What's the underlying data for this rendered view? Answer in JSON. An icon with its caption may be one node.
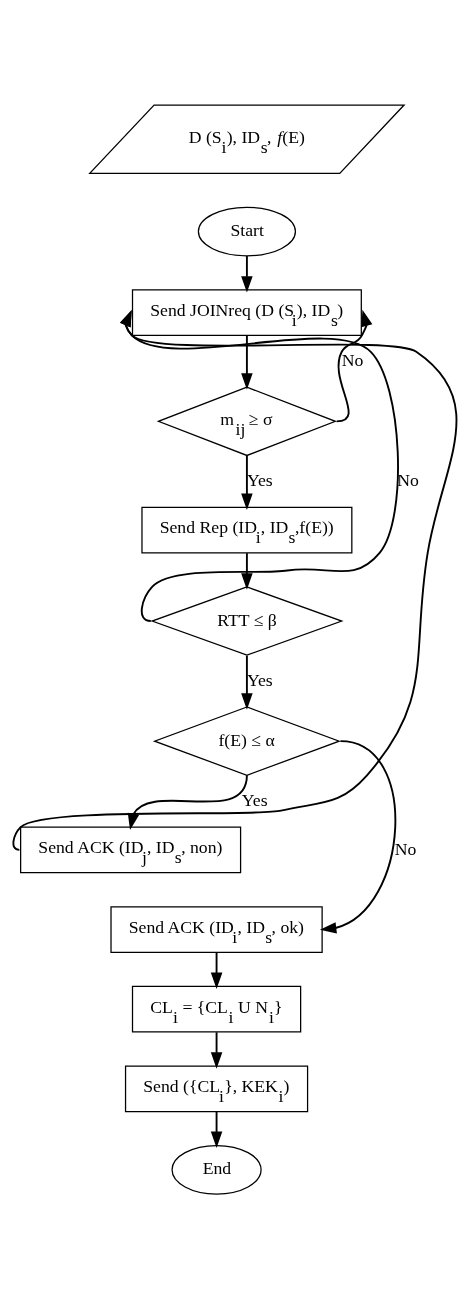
{
  "diagram": {
    "nodes": [
      {
        "text": [
          "D (S$_{i}$), ID$_{s}$, *f*(E)"
        ]
      },
      {
        "text": [
          "Start"
        ]
      },
      {
        "text": [
          "Send JOINreq (D (S$_{i}$), ID$_{s}$)"
        ]
      },
      {
        "text": [
          "m$_{ij}$ ≥ σ"
        ]
      },
      {
        "text": [
          "Send Rep (ID$_{i}$, ID$_{s}$,f(E))"
        ]
      },
      {
        "text": [
          "RTT ≤ β"
        ]
      },
      {
        "text": [
          "f(E) ≤ α"
        ]
      },
      {
        "text": [
          "Send ACK (ID$_{j}$, ID$_{s}$, non)"
        ]
      },
      {
        "text": [
          "Send ACK (ID$_{i}$, ID$_{s}$, ok)"
        ]
      },
      {
        "text": [
          "CL$_{i}$ = {CL$_{i}$ U N$_{i}$}"
        ]
      },
      {
        "text": [
          "Send ({CL$_{i}$}, KEK$_{i}$)"
        ]
      },
      {
        "text": [
          "End"
        ]
      }
    ],
    "edges": [
      {
        "from": 1,
        "to": 2,
        "arrow": "to"
      },
      {
        "from": 2,
        "to": 3,
        "arrow": "to"
      },
      {
        "from": 3,
        "to": 2,
        "arrow": "to",
        "label": "No"
      },
      {
        "from": 3,
        "to": 4,
        "arrow": "to",
        "label": "Yes"
      },
      {
        "from": 4,
        "to": 5,
        "arrow": "to"
      },
      {
        "from": 5,
        "to": 2,
        "arrow": "to",
        "label": "No"
      },
      {
        "from": 5,
        "to": 6,
        "arrow": "to",
        "label": "Yes"
      },
      {
        "from": 6,
        "to": 8,
        "arrow": "to",
        "label": "No"
      },
      {
        "from": 6,
        "to": 7,
        "arrow": "to",
        "label": "Yes"
      },
      {
        "from": 7,
        "to": 2,
        "arrow": "to"
      },
      {
        "from": 8,
        "to": 9,
        "arrow": "to"
      },
      {
        "from": 9,
        "to": 10,
        "arrow": "to"
      },
      {
        "from": 10,
        "to": 11,
        "arrow": "to"
      }
    ]
  }
}
